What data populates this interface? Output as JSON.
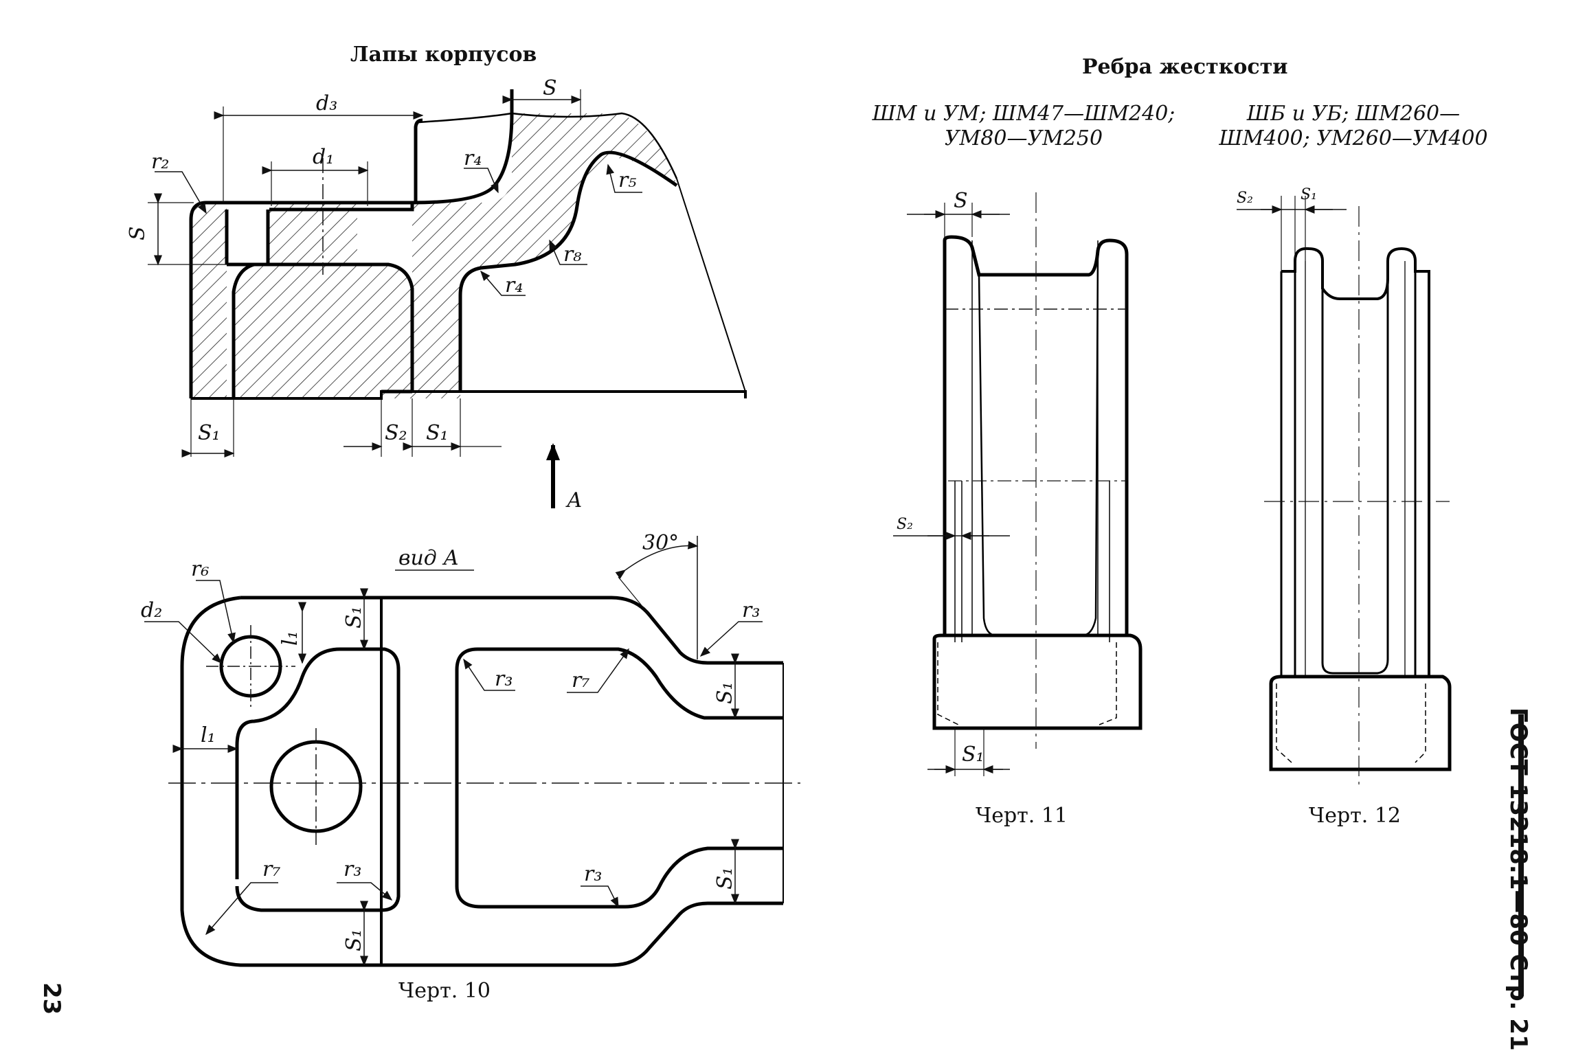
{
  "left_section": {
    "title": "Лапы корпусов"
  },
  "right_section": {
    "title": "Ребра жесткости",
    "variant_11": {
      "line1": "ШМ и УМ; ШМ47—ШМ240;",
      "line2": "УМ80—УМ250"
    },
    "variant_12": {
      "line1": "ШБ и УБ; ШМ260—",
      "line2": "ШМ400; УМ260—УМ400"
    }
  },
  "view_label": "вид А",
  "arrow_label": "А",
  "angle_label": "30°",
  "captions": {
    "fig10": "Черт. 10",
    "fig11": "Черт. 11",
    "fig12": "Черт. 12"
  },
  "side_text": "ГОСТ 13218.1—80 Стр. 21",
  "page_number": "23",
  "dims": {
    "d1": "d₁",
    "d2": "d₂",
    "d3": "d₃",
    "s": "S",
    "s1": "S₁",
    "s2": "S₂",
    "r2": "r₂",
    "r3": "r₃",
    "r4": "r₄",
    "r5": "r₅",
    "r6": "r₆",
    "r7": "r₇",
    "r8": "r₈",
    "l1": "l₁"
  }
}
